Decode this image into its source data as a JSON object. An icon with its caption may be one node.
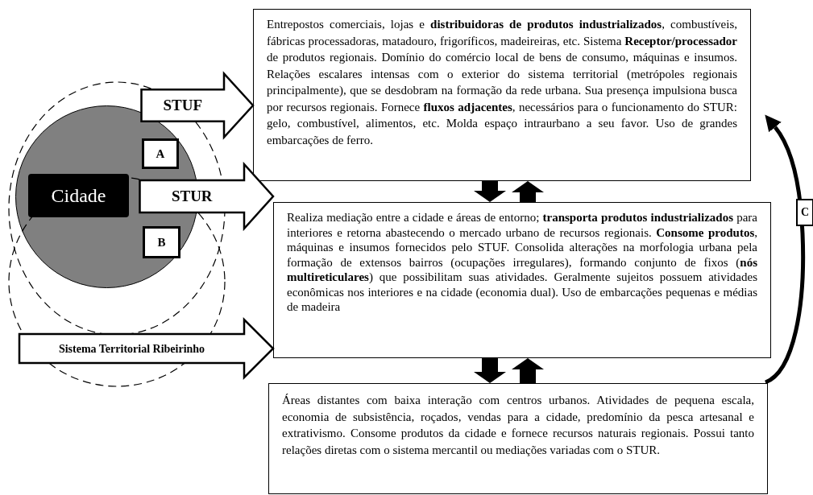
{
  "diagram": {
    "nodes": [
      {
        "text": [],
        "shape": "circle"
      },
      {
        "text": [
          "Cidade"
        ],
        "in": 0
      },
      {
        "text": [
          "A"
        ],
        "in": 0
      },
      {
        "text": [
          "B"
        ],
        "in": 0
      },
      {
        "text": [
          "Entrepostos comerciais, lojas e **distribuidoras de produtos industrializados**, combustíveis, fábricas processadoras, matadouro, frigoríficos, madeireiras, etc. Sistema **Receptor/processador** de produtos regionais. Domínio do comércio local de bens de consumo, máquinas e insumos. Relações escalares intensas com o exterior do sistema territorial (metrópoles regionais principalmente), que se desdobram na formação da rede urbana. Sua presença impulsiona busca por recursos regionais. Fornece **fluxos adjacentes**, necessários para o funcionamento do STUR: gelo, combustível, alimentos, etc. Molda espaço intraurbano a seu favor. Uso de grandes embarcações de ferro."
        ]
      },
      {
        "text": [
          "Realiza mediação entre a cidade e áreas de entorno; **transporta produtos industrializados** para interiores e retorna abastecendo o mercado urbano de recursos regionais. **Consome produtos**, máquinas e insumos fornecidos pelo STUF. Consolida alterações na morfologia urbana pela formação de extensos bairros (ocupações irregulares), formando conjunto de fixos (**nós multireticulares**) que possibilitam suas atividades. Geralmente sujeitos possuem atividades econômicas nos interiores e na cidade (economia dual). Uso de embarcações pequenas e médias de madeira"
        ]
      },
      {
        "text": [
          "Áreas distantes com baixa interação com centros urbanos. Atividades de pequena escala, economia de subsistência, roçados, vendas para a cidade, predomínio da pesca artesanal e extrativismo. Consome produtos da cidade e fornece recursos naturais regionais. Possui tanto relações diretas com o sistema mercantil ou mediações variadas com o STUR."
        ]
      }
    ],
    "edges": [
      {
        "from": 0,
        "to": 4,
        "arrow": "to",
        "label": "STUF"
      },
      {
        "from": 0,
        "to": 5,
        "arrow": "to",
        "label": "STUR"
      },
      {
        "from": null,
        "to": 5,
        "arrow": "to",
        "label": "Sistema Territorial Ribeirinho"
      },
      {
        "from": 4,
        "to": 5,
        "arrow": "to"
      },
      {
        "from": 5,
        "to": 4,
        "arrow": "to"
      },
      {
        "from": 5,
        "to": 6,
        "arrow": "to"
      },
      {
        "from": 6,
        "to": 5,
        "arrow": "to"
      },
      {
        "from": 6,
        "to": 4,
        "arrow": "to",
        "label": "C"
      }
    ]
  }
}
